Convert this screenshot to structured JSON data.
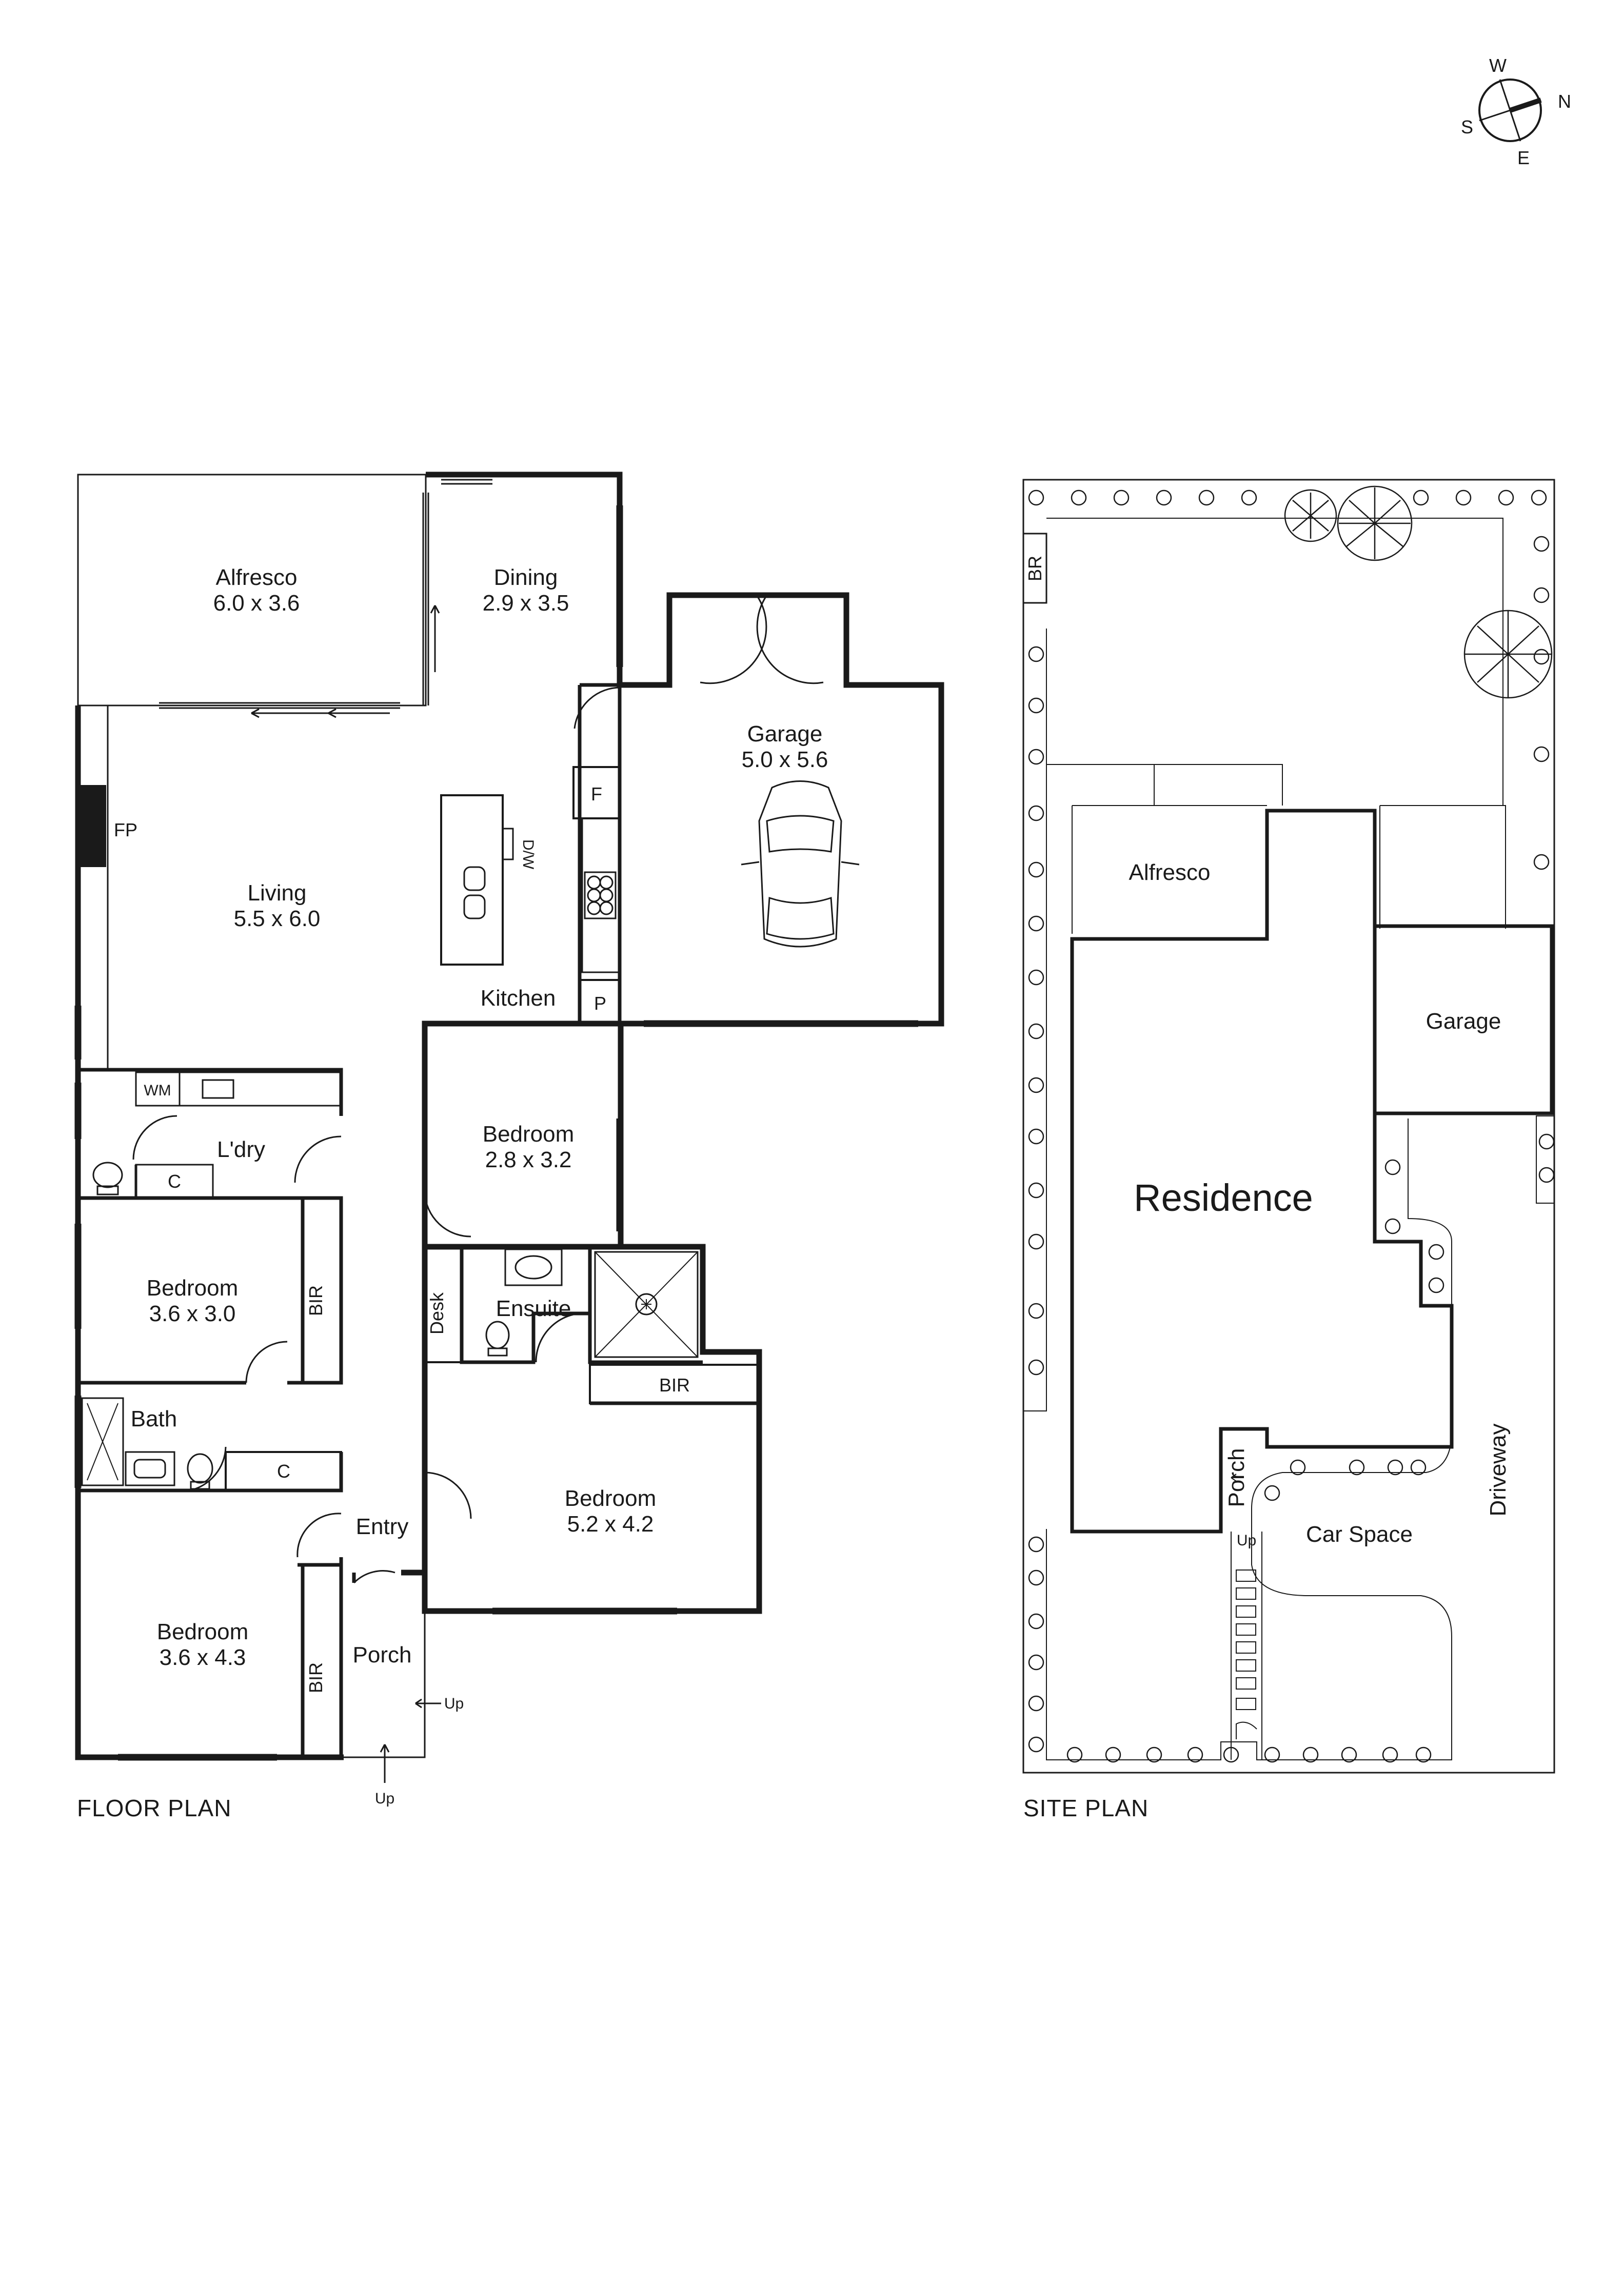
{
  "compass": {
    "n": "N",
    "s": "S",
    "e": "E",
    "w": "W"
  },
  "floor_plan": {
    "heading": "FLOOR PLAN",
    "rooms": {
      "alfresco": {
        "name": "Alfresco",
        "dims": "6.0 x 3.6"
      },
      "dining": {
        "name": "Dining",
        "dims": "2.9 x 3.5"
      },
      "garage": {
        "name": "Garage",
        "dims": "5.0 x 5.6"
      },
      "living": {
        "name": "Living",
        "dims": "5.5 x 6.0"
      },
      "kitchen": {
        "name": "Kitchen"
      },
      "laundry": {
        "name": "L'dry"
      },
      "bedroom_a": {
        "name": "Bedroom",
        "dims": "2.8 x 3.2"
      },
      "bedroom_b": {
        "name": "Bedroom",
        "dims": "3.6 x 3.0"
      },
      "bedroom_c": {
        "name": "Bedroom",
        "dims": "5.2 x 4.2"
      },
      "bedroom_d": {
        "name": "Bedroom",
        "dims": "3.6 x 4.3"
      },
      "ensuite": {
        "name": "Ensuite"
      },
      "bath": {
        "name": "Bath"
      },
      "entry": {
        "name": "Entry"
      },
      "porch": {
        "name": "Porch"
      }
    },
    "fixtures": {
      "fp": "FP",
      "fridge": "F",
      "pantry": "P",
      "dishwasher": "D/W",
      "washing_machine": "WM",
      "cupboard": "C",
      "bir": "BIR",
      "desk": "Desk"
    },
    "up": "Up"
  },
  "site_plan": {
    "heading": "SITE PLAN",
    "labels": {
      "br": "BR",
      "alfresco": "Alfresco",
      "garage": "Garage",
      "residence": "Residence",
      "porch": "Porch",
      "car_space": "Car Space",
      "driveway": "Driveway",
      "up": "Up"
    }
  }
}
